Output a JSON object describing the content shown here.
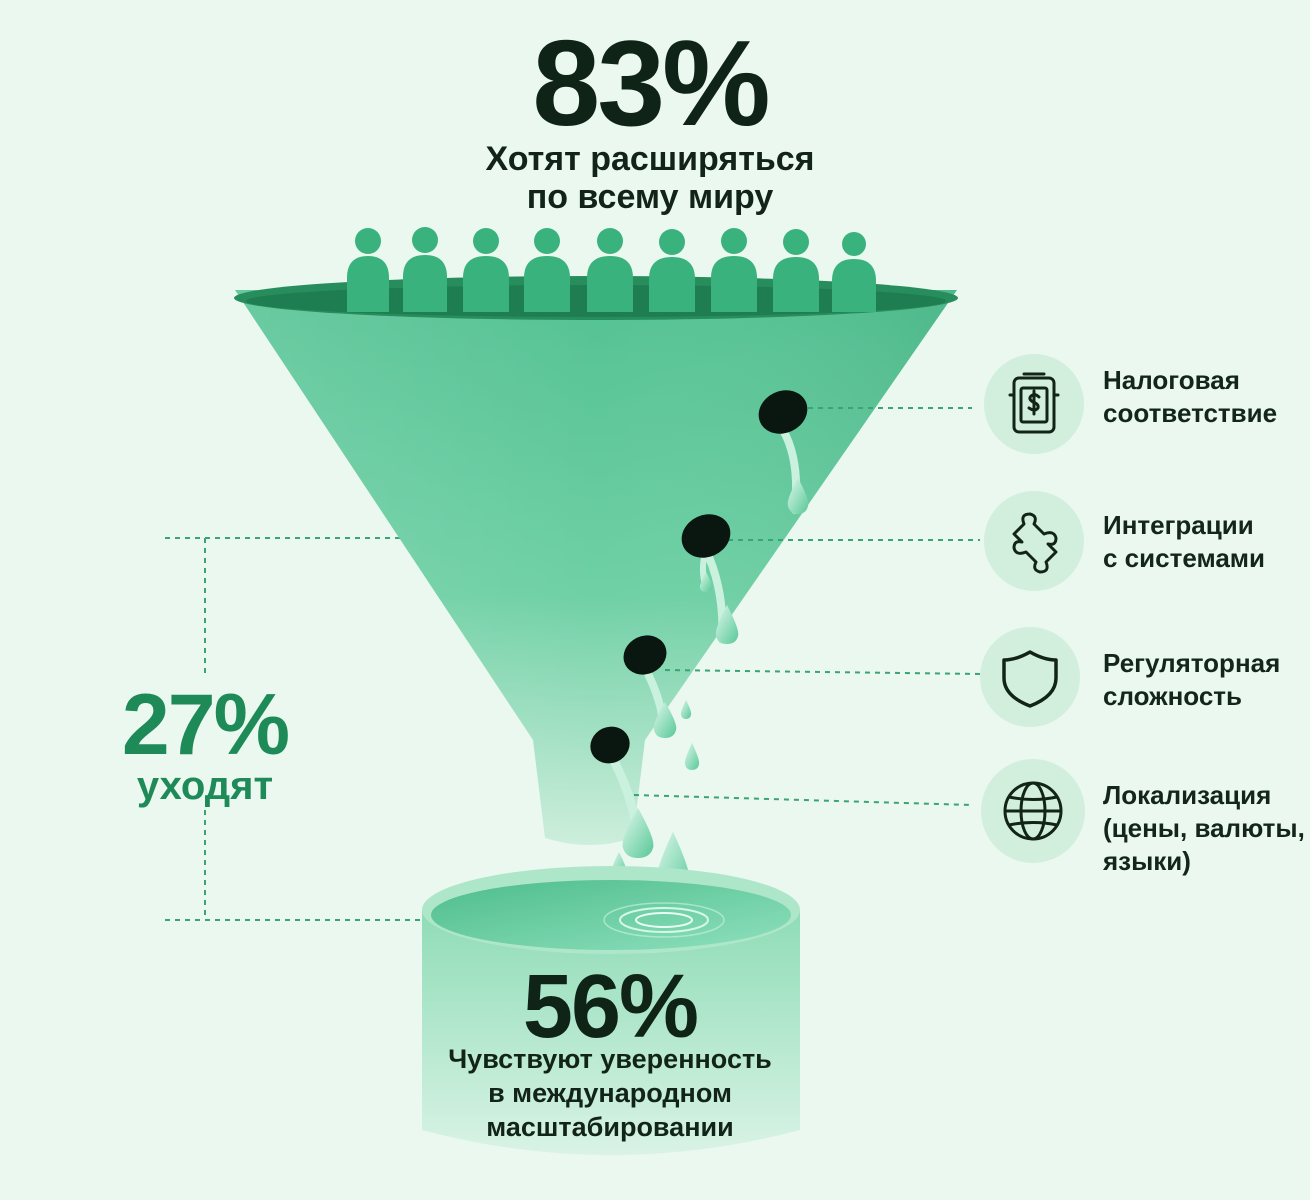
{
  "top": {
    "percent": "83%",
    "label": "Хотят расширяться\nпо всему миру"
  },
  "dropout": {
    "percent": "27%",
    "label": "уходят"
  },
  "bottom": {
    "percent": "56%",
    "label": "Чувствуют уверенность\nв международном\nмасштабировании"
  },
  "factors": [
    {
      "label": "Налоговая\nсоответствие",
      "icon": "tax-receipt-icon"
    },
    {
      "label": "Интеграции\nс системами",
      "icon": "puzzle-icon"
    },
    {
      "label": "Регуляторная\nсложность",
      "icon": "shield-icon"
    },
    {
      "label": "Локализация\n(цены, валюты,\nязыки)",
      "icon": "globe-icon"
    }
  ],
  "colors": {
    "background": "#eaf8ef",
    "funnel": "#5cc79a",
    "accent": "#1d8a58",
    "people": "#3ab27d",
    "icon_circle": "#d2efdd",
    "text_dark": "#0f2317"
  }
}
